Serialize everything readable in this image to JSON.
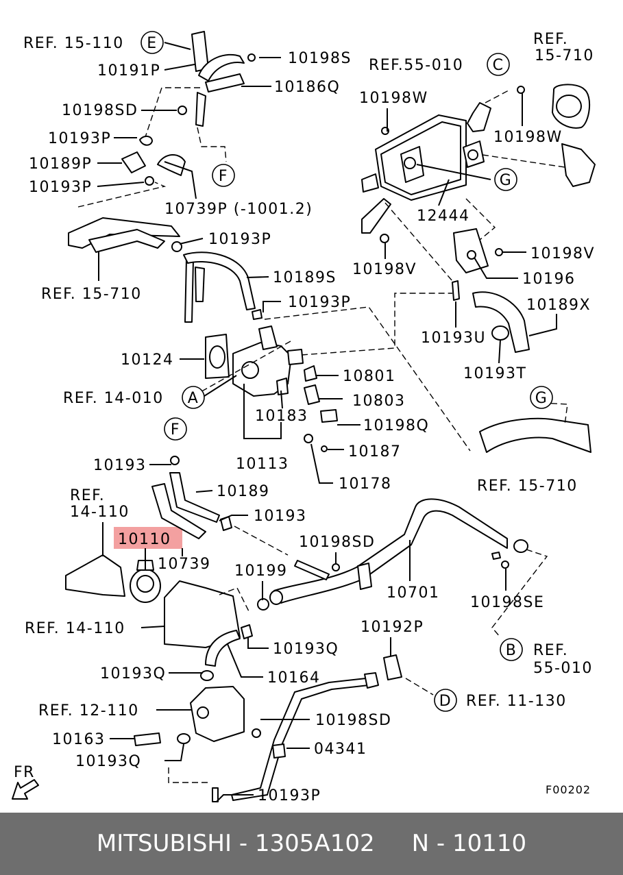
{
  "highlight_color": "#f3a0a0",
  "footer": {
    "text": "MITSUBISHI - 1305A102     N - 10110",
    "background": "#6e6e6e"
  },
  "drawing_code": "F00202",
  "front_marker": "FR",
  "labels": {
    "ref_15_110": "REF. 15-110",
    "p10191P": "10191P",
    "p10198S": "10198S",
    "p10186Q": "10186Q",
    "p10198SD_top": "10198SD",
    "p10193P_top": "10193P",
    "p10189P": "10189P",
    "p10193P_mid": "10193P",
    "p10739P": "10739P (-1001.2)",
    "ref_55_010_top": "REF.55-010",
    "ref_15_710_tr_a": "REF.",
    "ref_15_710_tr_b": "15-710",
    "p10198W_a": "10198W",
    "p10198W_b": "10198W",
    "p12444": "12444",
    "p10198V_a": "10198V",
    "p10198V_b": "10198V",
    "p10196": "10196",
    "p10193P_hose": "10193P",
    "p10189S": "10189S",
    "ref_15_710_left": "REF. 15-710",
    "p10193P_b": "10193P",
    "p10189X": "10189X",
    "p10193U": "10193U",
    "p10193T": "10193T",
    "p10124": "10124",
    "p10801": "10801",
    "ref_14_010": "REF. 14-010",
    "p10803": "10803",
    "p10183": "10183",
    "p10198Q": "10198Q",
    "p10187": "10187",
    "p10113": "10113",
    "p10193_top": "10193",
    "p10178": "10178",
    "ref_15_710_right": "REF. 15-710",
    "ref_14_110_a": "REF.",
    "ref_14_110_b": "14-110",
    "p10189": "10189",
    "p10193_mid": "10193",
    "p10110": "10110",
    "p10739": "10739",
    "p10198SD_mid": "10198SD",
    "p10199": "10199",
    "p10701": "10701",
    "p10198SE": "10198SE",
    "ref_14_110_left": "REF. 14-110",
    "p10193Q_a": "10193Q",
    "p10192P": "10192P",
    "p10193Q_b": "10193Q",
    "p10164": "10164",
    "ref_55_010_b_a": "REF.",
    "ref_55_010_b_b": "55-010",
    "ref_11_130": "REF. 11-130",
    "ref_12_110": "REF. 12-110",
    "p10198SD_low": "10198SD",
    "p10163": "10163",
    "p04341": "04341",
    "p10193Q_c": "10193Q",
    "p10193P_bottom": "10193P"
  },
  "callouts": {
    "E": "E",
    "F_top": "F",
    "C": "C",
    "G_top": "G",
    "A": "A",
    "G_right": "G",
    "F_mid": "F",
    "B": "B",
    "D": "D"
  }
}
